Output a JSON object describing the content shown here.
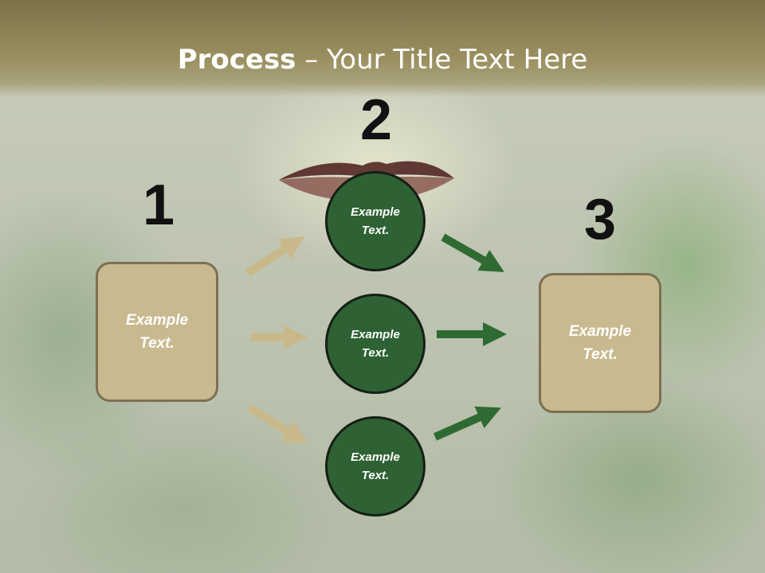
{
  "title": {
    "bold": "Process",
    "rest": " – Your Title Text Here"
  },
  "steps": [
    {
      "number": "1",
      "text": "Example\nText."
    },
    {
      "number": "2",
      "items": [
        "Example\nText.",
        "Example\nText.",
        "Example\nText."
      ]
    },
    {
      "number": "3",
      "text": "Example\nText."
    }
  ],
  "colors": {
    "box_fill": "#c8b98f",
    "circle_fill": "#2e6234",
    "left_arrow": "#c9b98a",
    "right_arrow": "#2f6a33",
    "header": "#8a8155"
  }
}
